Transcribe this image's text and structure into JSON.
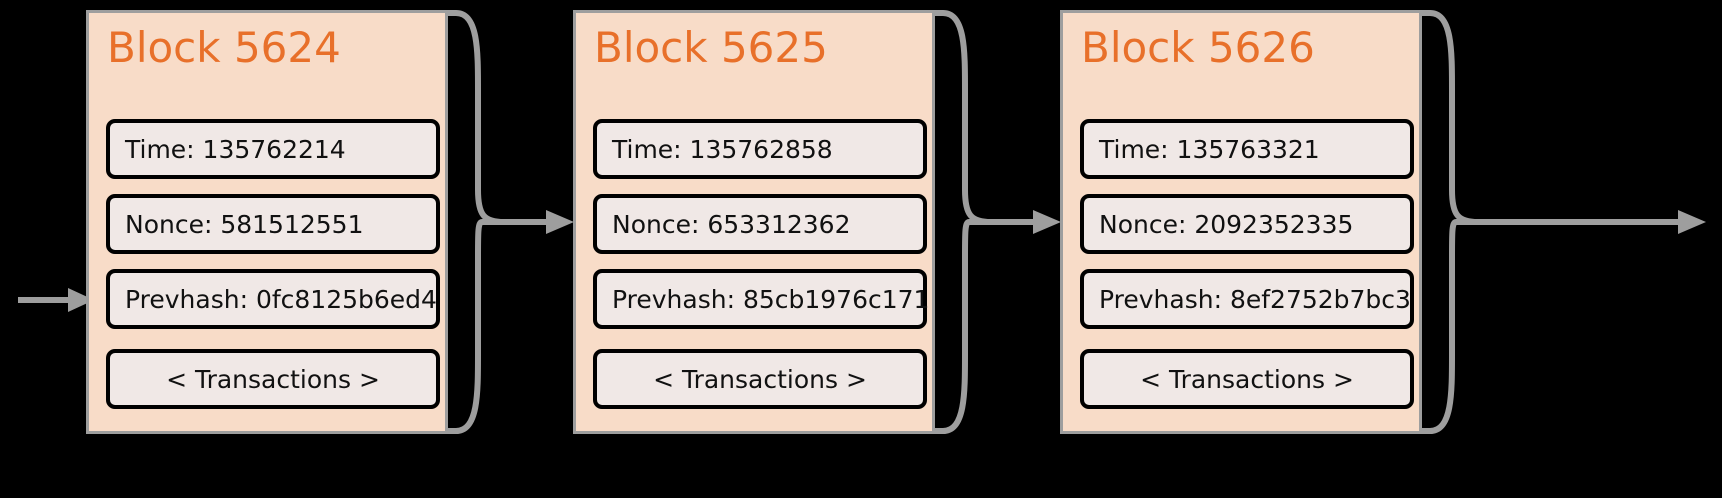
{
  "diagram": {
    "type": "blockchain-chain",
    "background_color": "#000000",
    "block_fill_color": "#f8dcc8",
    "field_fill_color": "#f0e8e6",
    "title_color": "#e8702a",
    "connector_color": "#9e9e9e",
    "transactions_label": "< Transactions >",
    "blocks": [
      {
        "title": "Block 5624",
        "time": "Time: 135762214",
        "nonce": "Nonce: 581512551",
        "prevhash": "Prevhash: 0fc8125b6ed4",
        "transactions": "< Transactions >"
      },
      {
        "title": "Block 5625",
        "time": "Time: 135762858",
        "nonce": "Nonce: 653312362",
        "prevhash": "Prevhash: 85cb1976c171",
        "transactions": "< Transactions >"
      },
      {
        "title": "Block 5626",
        "time": "Time: 135763321",
        "nonce": "Nonce: 2092352335",
        "prevhash": "Prevhash: 8ef2752b7bc3",
        "transactions": "< Transactions >"
      }
    ]
  }
}
